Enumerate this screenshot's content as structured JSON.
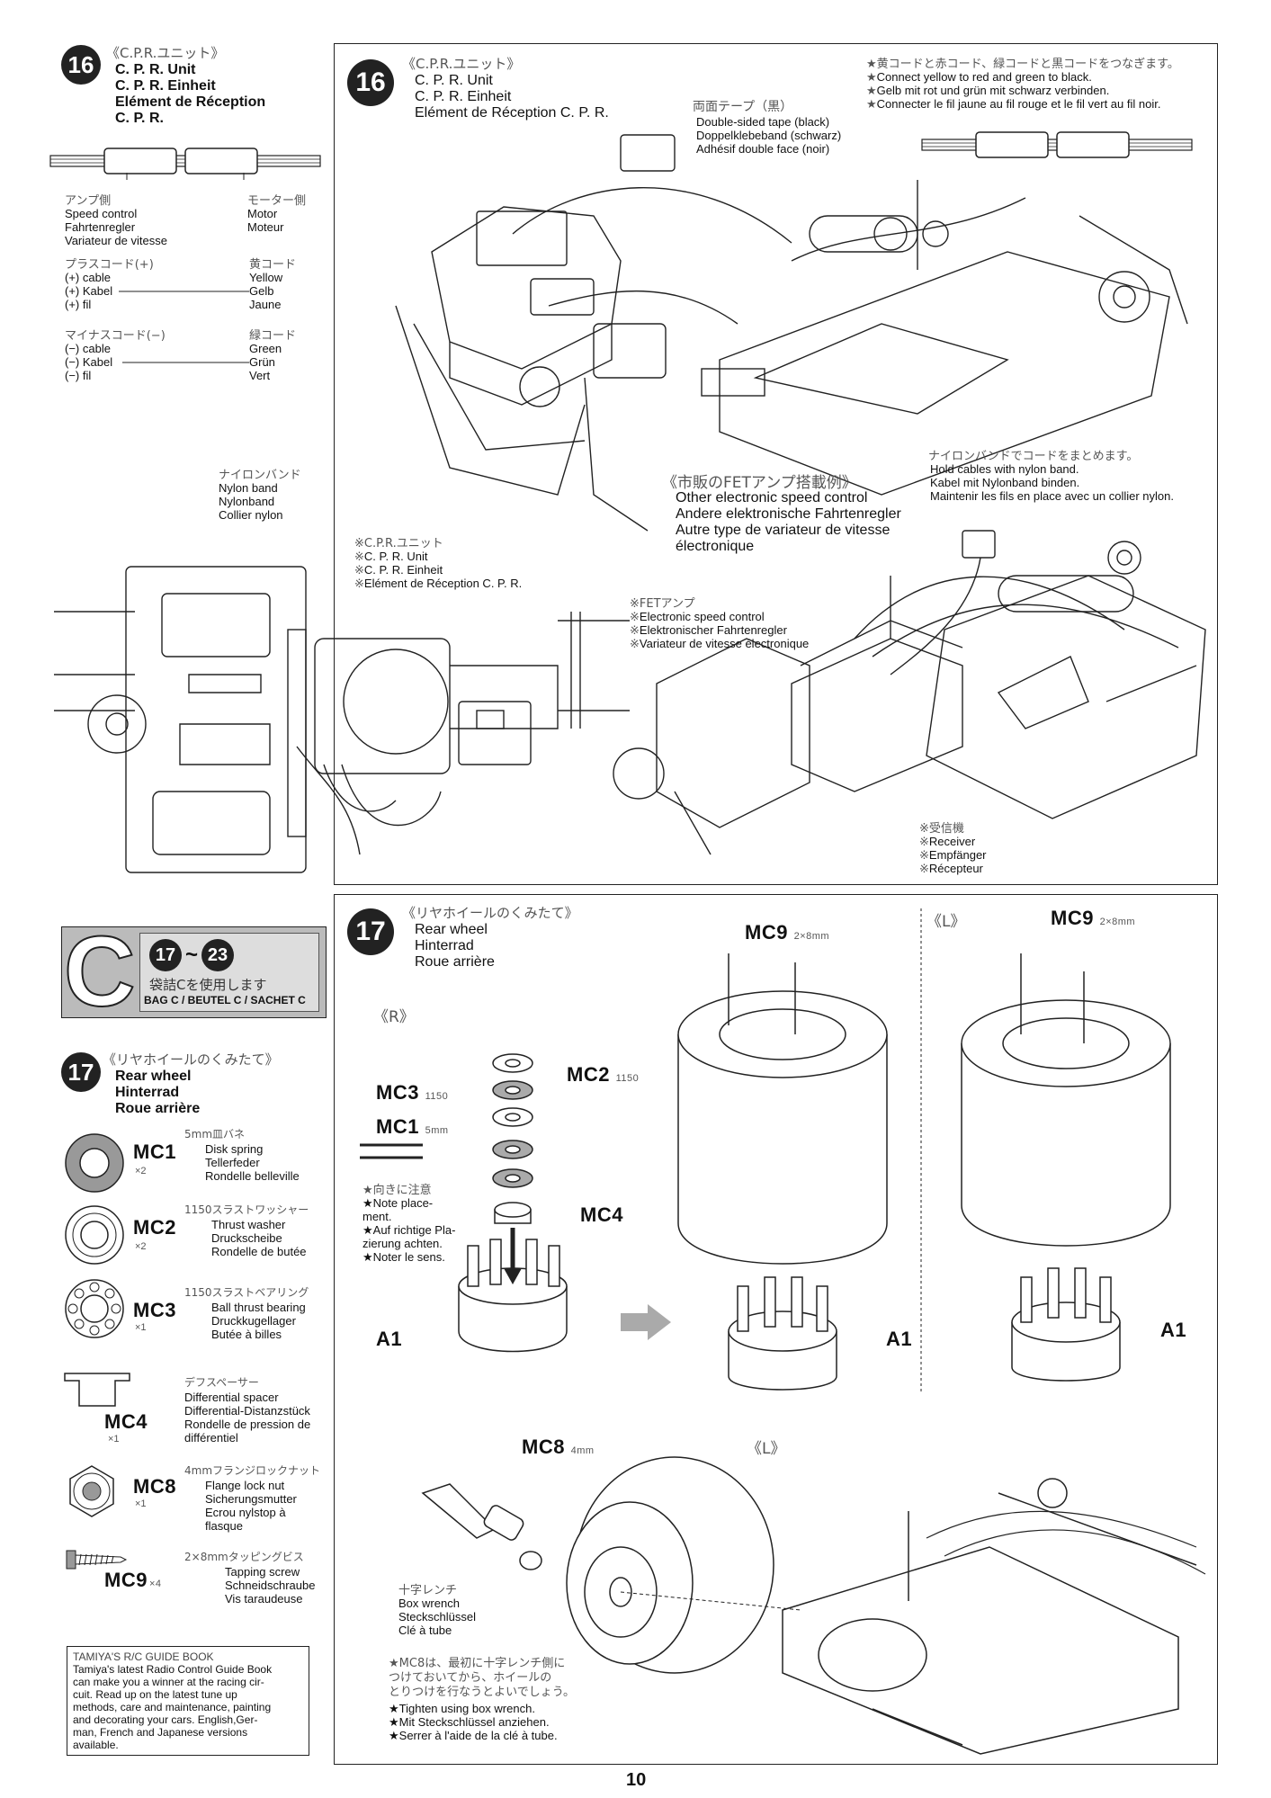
{
  "left16": {
    "number": "16",
    "jp": "《C.P.R.ユニット》",
    "lines": [
      "C. P. R. Unit",
      "C. P. R. Einheit",
      "Elément de Réception",
      "C. P. R."
    ]
  },
  "wiring": {
    "left_jp": "アンプ側",
    "left": [
      "Speed control",
      "Fahrtenregler",
      "Variateur de vitesse"
    ],
    "right_jp": "モーター側",
    "right": [
      "Motor",
      "Moteur"
    ],
    "plus_jp": "プラスコード(+)",
    "plus": [
      "(+) cable",
      "(+) Kabel",
      "(+) fil"
    ],
    "yellow_jp": "黄コード",
    "yellow": [
      "Yellow",
      "Gelb",
      "Jaune"
    ],
    "minus_jp": "マイナスコード(−)",
    "minus": [
      "(−) cable",
      "(−) Kabel",
      "(−) fil"
    ],
    "green_jp": "緑コード",
    "green": [
      "Green",
      "Grün",
      "Vert"
    ]
  },
  "nylon_left": {
    "jp": "ナイロンバンド",
    "lines": [
      "Nylon band",
      "Nylonband",
      "Collier nylon"
    ]
  },
  "box16": {
    "number": "16",
    "jp": "《C.P.R.ユニット》",
    "lines": [
      "C. P. R. Unit",
      "C. P. R. Einheit",
      "Elément de Réception C. P. R."
    ],
    "tape_jp": "両面テープ（黒）",
    "tape": [
      "Double-sided tape (black)",
      "Doppelklebeband (schwarz)",
      "Adhésif double face (noir)"
    ],
    "connect_jp": "★黄コードと赤コード、緑コードと黒コードをつなぎます。",
    "connect": [
      "Connect yellow to red and green to black.",
      "Gelb mit rot und grün mit schwarz verbinden.",
      "Connecter le fil jaune au fil rouge et le fil vert au fil noir."
    ],
    "hold_jp": "ナイロンバンドでコードをまとめます。",
    "hold": [
      "Hold cables with nylon band.",
      "Kabel mit Nylonband binden.",
      "Maintenir les fils en place avec un collier nylon."
    ],
    "other_jp": "《市販のFETアンプ搭載例》",
    "other": [
      "Other electronic speed control",
      "Andere elektronische Fahrtenregler",
      "Autre type de variateur de vitesse",
      "électronique"
    ],
    "cpr_jp": "※C.P.R.ユニット",
    "cpr": [
      "C. P. R. Unit",
      "C. P. R. Einheit",
      "Elément de Réception C. P. R."
    ],
    "fet_jp": "※FETアンプ",
    "fet": [
      "Electronic speed control",
      "Elektronischer Fahrtenregler",
      "Variateur de vitesse électronique"
    ],
    "rx_jp": "※受信機",
    "rx": [
      "Receiver",
      "Empfänger",
      "Récepteur"
    ]
  },
  "bagc": {
    "letter": "C",
    "range_a": "17",
    "range_sep": "~",
    "range_b": "23",
    "jp": "袋詰Cを使用します",
    "label": "BAG C / BEUTEL C / SACHET C"
  },
  "left17": {
    "number": "17",
    "jp": "《リヤホイールのくみたて》",
    "lines": [
      "Rear wheel",
      "Hinterrad",
      "Roue arrière"
    ]
  },
  "parts": [
    {
      "code": "MC1",
      "qty": "×2",
      "jp": "5mm皿バネ",
      "lines": [
        "Disk spring",
        "Tellerfeder",
        "Rondelle belleville"
      ]
    },
    {
      "code": "MC2",
      "qty": "×2",
      "jp": "1150スラストワッシャー",
      "lines": [
        "Thrust washer",
        "Druckscheibe",
        "Rondelle de butée"
      ]
    },
    {
      "code": "MC3",
      "qty": "×1",
      "jp": "1150スラストベアリング",
      "lines": [
        "Ball thrust bearing",
        "Druckkugellager",
        "Butée à billes"
      ]
    },
    {
      "code": "MC4",
      "qty": "×1",
      "jp": "デフスペーサー",
      "lines": [
        "Differential spacer",
        "Differential-Distanzstück",
        "Rondelle de pression de",
        "différentiel"
      ]
    },
    {
      "code": "MC8",
      "qty": "×1",
      "jp": "4mmフランジロックナット",
      "lines": [
        "Flange lock nut",
        "Sicherungsmutter",
        "Ecrou nylstop à",
        "flasque"
      ]
    },
    {
      "code": "MC9",
      "qty": "×4",
      "jp": "2×8mmタッピングビス",
      "lines": [
        "Tapping screw",
        "Schneidschraube",
        "Vis taraudeuse"
      ]
    }
  ],
  "guide": {
    "title": "TAMIYA'S R/C GUIDE BOOK",
    "lines": [
      "Tamiya's latest Radio Control Guide Book",
      "can make you a winner at the racing cir-",
      "cuit. Read up on the latest tune up",
      "methods, care and maintenance, painting",
      "and decorating your cars. English,Ger-",
      "man, French and Japanese versions",
      "available."
    ]
  },
  "box17": {
    "number": "17",
    "jp": "《リヤホイールのくみたて》",
    "lines": [
      "Rear wheel",
      "Hinterrad",
      "Roue arrière"
    ],
    "r_label": "《R》",
    "l_label": "《L》",
    "l_label2": "《L》",
    "mc9": "MC9",
    "mc9_size": "2×8mm",
    "mc9b": "MC9",
    "mc9b_size": "2×8mm",
    "mc2": "MC2",
    "mc2_size": "1150",
    "mc3": "MC3",
    "mc3_size": "1150",
    "mc1": "MC1",
    "mc1_size": "5mm",
    "mc4": "MC4",
    "a1": "A1",
    "a1b": "A1",
    "a1c": "A1",
    "note_jp": "★向きに注意",
    "note": [
      "★Note place-",
      "ment.",
      "★Auf richtige Pla-",
      "zierung achten.",
      "★Noter le sens."
    ],
    "mc8": "MC8",
    "mc8_size": "4mm",
    "wrench_jp": "十字レンチ",
    "wrench": [
      "Box wrench",
      "Steckschlüssel",
      "Clé à tube"
    ],
    "tighten_jp": [
      "★MC8は、最初に十字レンチ側に",
      "つけておいてから、ホイールの",
      "とりつけを行なうとよいでしょう。"
    ],
    "tighten": [
      "★Tighten using box wrench.",
      "★Mit Steckschlüssel anziehen.",
      "★Serrer à l'aide de la clé à tube."
    ]
  },
  "page_number": "10"
}
